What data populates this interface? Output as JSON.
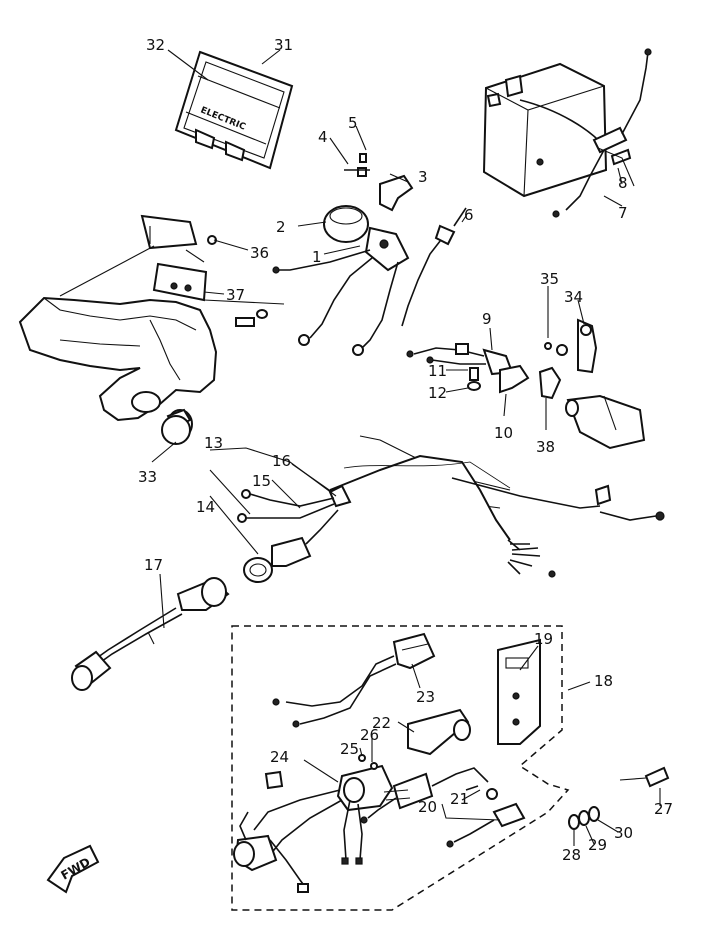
{
  "callouts": [
    {
      "label": "1"
    },
    {
      "label": "2"
    },
    {
      "label": "3"
    },
    {
      "label": "4"
    },
    {
      "label": "5"
    },
    {
      "label": "6"
    },
    {
      "label": "7"
    },
    {
      "label": "8"
    },
    {
      "label": "9"
    },
    {
      "label": "10"
    },
    {
      "label": "11"
    },
    {
      "label": "12"
    },
    {
      "label": "13"
    },
    {
      "label": "14"
    },
    {
      "label": "15"
    },
    {
      "label": "16"
    },
    {
      "label": "17"
    },
    {
      "label": "18"
    },
    {
      "label": "19"
    },
    {
      "label": "20"
    },
    {
      "label": "21"
    },
    {
      "label": "22"
    },
    {
      "label": "23"
    },
    {
      "label": "24"
    },
    {
      "label": "25"
    },
    {
      "label": "26"
    },
    {
      "label": "27"
    },
    {
      "label": "28"
    },
    {
      "label": "29"
    },
    {
      "label": "30"
    },
    {
      "label": "31"
    },
    {
      "label": "32"
    },
    {
      "label": "33"
    },
    {
      "label": "34"
    },
    {
      "label": "35"
    },
    {
      "label": "36"
    },
    {
      "label": "37"
    },
    {
      "label": "38"
    }
  ],
  "decal_text": "ELECTRIC",
  "fwd_label": "FWD"
}
